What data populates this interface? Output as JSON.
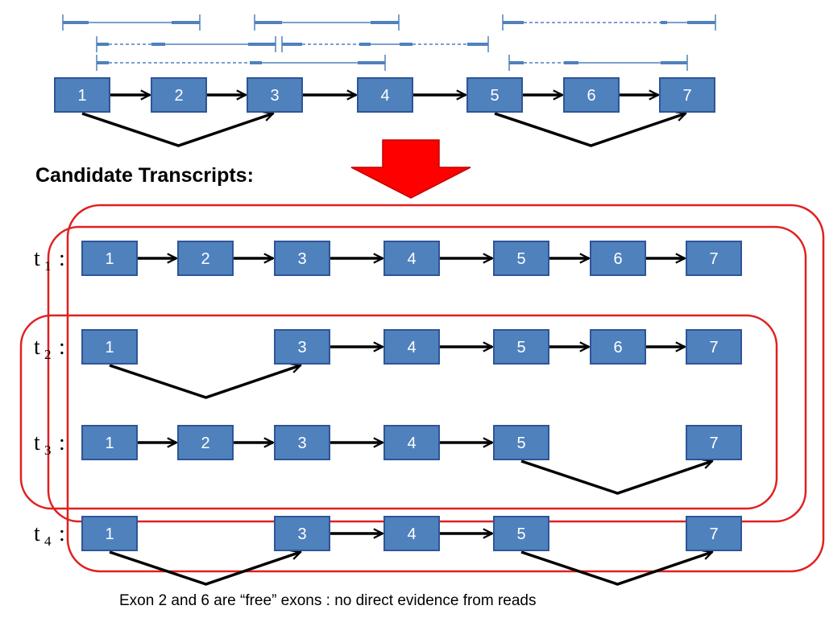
{
  "heading": "Candidate Transcripts:",
  "footnote": "Exon 2 and 6 are “free” exons : no direct evidence from reads",
  "colors": {
    "exon_fill": "#4f81bd",
    "exon_stroke": "#2f5597",
    "highlight": "#e02020",
    "down_arrow": "#ff0000"
  },
  "gene_graph": {
    "exons": [
      "1",
      "2",
      "3",
      "4",
      "5",
      "6",
      "7"
    ],
    "edges": [
      [
        "1",
        "2"
      ],
      [
        "2",
        "3"
      ],
      [
        "3",
        "4"
      ],
      [
        "4",
        "5"
      ],
      [
        "5",
        "6"
      ],
      [
        "6",
        "7"
      ]
    ],
    "skip_edges": [
      [
        "1",
        "3"
      ],
      [
        "5",
        "7"
      ]
    ]
  },
  "transcripts": [
    {
      "label": "t",
      "index": "1",
      "separator": ":",
      "exons": [
        "1",
        "2",
        "3",
        "4",
        "5",
        "6",
        "7"
      ],
      "arrows": [
        [
          "1",
          "2"
        ],
        [
          "2",
          "3"
        ],
        [
          "3",
          "4"
        ],
        [
          "4",
          "5"
        ],
        [
          "5",
          "6"
        ],
        [
          "6",
          "7"
        ]
      ],
      "skips": []
    },
    {
      "label": "t",
      "index": "2",
      "separator": ":",
      "exons": [
        "1",
        "3",
        "4",
        "5",
        "6",
        "7"
      ],
      "arrows": [
        [
          "3",
          "4"
        ],
        [
          "4",
          "5"
        ],
        [
          "5",
          "6"
        ],
        [
          "6",
          "7"
        ]
      ],
      "skips": [
        [
          "1",
          "3"
        ]
      ]
    },
    {
      "label": "t",
      "index": "3",
      "separator": ":",
      "exons": [
        "1",
        "2",
        "3",
        "4",
        "5",
        "7"
      ],
      "arrows": [
        [
          "1",
          "2"
        ],
        [
          "2",
          "3"
        ],
        [
          "3",
          "4"
        ],
        [
          "4",
          "5"
        ]
      ],
      "skips": [
        [
          "5",
          "7"
        ]
      ]
    },
    {
      "label": "t",
      "index": "4",
      "separator": ":",
      "exons": [
        "1",
        "3",
        "4",
        "5",
        "7"
      ],
      "arrows": [
        [
          "3",
          "4"
        ],
        [
          "4",
          "5"
        ]
      ],
      "skips": [
        [
          "1",
          "3"
        ],
        [
          "5",
          "7"
        ]
      ]
    }
  ]
}
